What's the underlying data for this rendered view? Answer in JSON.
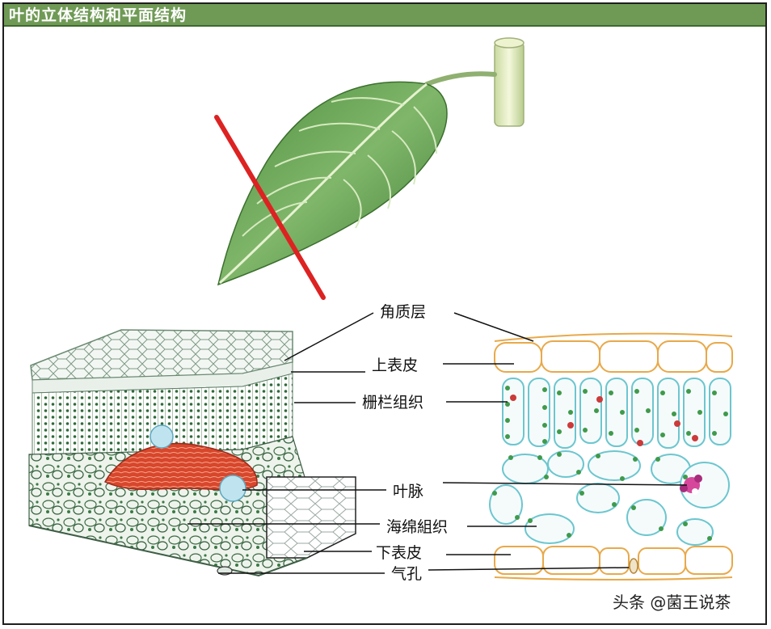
{
  "title": "叶的立体结构和平面结构",
  "labels": {
    "cuticle": "角质层",
    "upper_epidermis": "上表皮",
    "palisade": "栅栏组织",
    "vein": "叶脉",
    "spongy": "海绵組织",
    "lower_epidermis": "下表皮",
    "stoma": "气孔"
  },
  "watermark": "头条 @菌王说茶",
  "colors": {
    "title_bar": "#6f9a55",
    "leaf": "#5e9a48",
    "cross_line": "#dd2222",
    "epidermis": "#e8a94a",
    "cell_wall": "#6cc6cf",
    "chloroplast": "#3f9a4c"
  }
}
